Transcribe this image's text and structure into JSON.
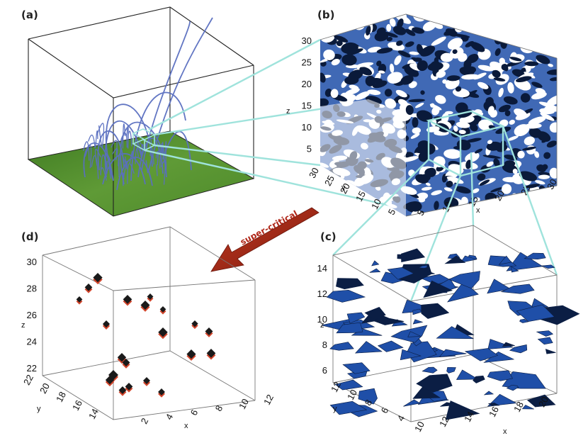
{
  "panels": {
    "a": {
      "label": "(a)"
    },
    "b": {
      "label": "(b)",
      "z_ticks": [
        "30",
        "25",
        "20",
        "15",
        "10",
        "5"
      ],
      "y_ticks": [
        "30",
        "25",
        "20",
        "15",
        "10",
        "5"
      ],
      "x_ticks": [
        "5",
        "10",
        "15",
        "20",
        "25",
        "30"
      ],
      "z_axis": "z",
      "y_axis": "y",
      "x_axis": "x"
    },
    "c": {
      "label": "(c)",
      "z_ticks": [
        "14",
        "12",
        "10",
        "8",
        "6"
      ],
      "y_ticks": [
        "12",
        "10",
        "8",
        "6",
        "4"
      ],
      "x_ticks": [
        "10",
        "12",
        "14",
        "16",
        "18",
        "20"
      ],
      "z_axis": "z",
      "y_axis": "y",
      "x_axis": "x"
    },
    "d": {
      "label": "(d)",
      "z_ticks": [
        "30",
        "28",
        "26",
        "24",
        "22"
      ],
      "y_ticks": [
        "22",
        "20",
        "18",
        "16",
        "14"
      ],
      "x_ticks": [
        "2",
        "4",
        "6",
        "8",
        "10",
        "12"
      ],
      "z_axis": "z",
      "y_axis": "y",
      "x_axis": "x"
    }
  },
  "arrow": {
    "label": "super-critical"
  },
  "colors": {
    "surface": "#4f8a2c",
    "field_lines": "#5a6fc0",
    "structures": "#1f4fa8",
    "zoom_lines": "#9fe3dc",
    "arrow": "#9a2414",
    "cubes": "#1a1a1a",
    "cube_shadow": "#d2452b"
  }
}
